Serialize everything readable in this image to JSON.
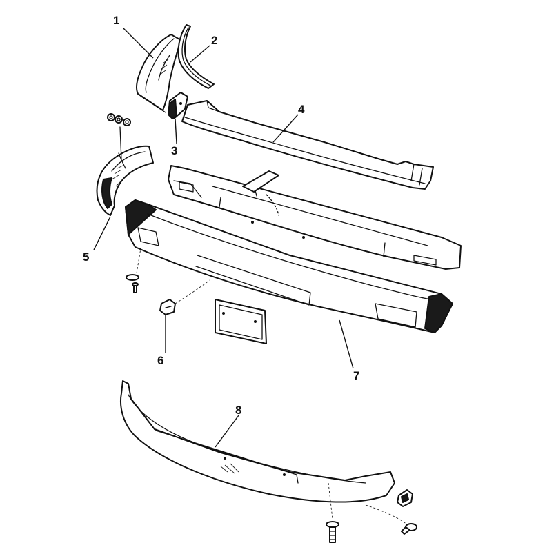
{
  "callouts": [
    {
      "id": "1",
      "text": "1"
    },
    {
      "id": "2",
      "text": "2"
    },
    {
      "id": "3",
      "text": "3"
    },
    {
      "id": "4",
      "text": "4"
    },
    {
      "id": "5",
      "text": "5"
    },
    {
      "id": "6",
      "text": "6"
    },
    {
      "id": "7",
      "text": "7"
    },
    {
      "id": "8",
      "text": "8"
    }
  ],
  "colors": {
    "ink": "#111111",
    "background": "#ffffff"
  }
}
